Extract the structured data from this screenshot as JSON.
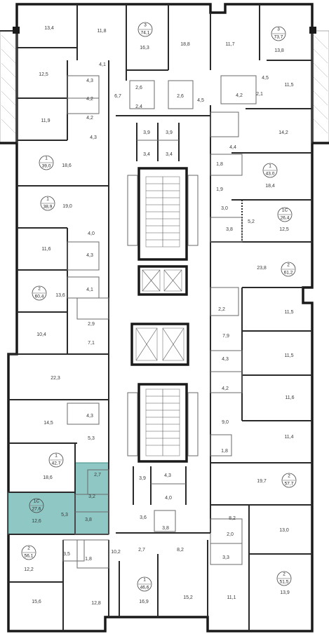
{
  "apartments": [
    {
      "id": "apt-top-left-3",
      "rooms": "3",
      "total": "74,1"
    },
    {
      "id": "apt-top-right-3",
      "rooms": "3",
      "total": "73,7"
    },
    {
      "id": "apt-left-1a",
      "rooms": "1",
      "total": "39,0"
    },
    {
      "id": "apt-right-1a",
      "rooms": "1",
      "total": "43,0"
    },
    {
      "id": "apt-left-1b",
      "rooms": "1",
      "total": "38,9"
    },
    {
      "id": "apt-right-1c",
      "rooms": "1С",
      "total": "26,4"
    },
    {
      "id": "apt-left-2a",
      "rooms": "2",
      "total": "60,4"
    },
    {
      "id": "apt-right-2a",
      "rooms": "2",
      "total": "61,2"
    },
    {
      "id": "apt-left-1c",
      "rooms": "1",
      "total": "42,7"
    },
    {
      "id": "apt-right-2b",
      "rooms": "2",
      "total": "57,7"
    },
    {
      "id": "apt-selected",
      "rooms": "1С",
      "total": "27,6"
    },
    {
      "id": "apt-left-2b",
      "rooms": "2",
      "total": "56,1"
    },
    {
      "id": "apt-right-2c",
      "rooms": "2",
      "total": "51,5"
    },
    {
      "id": "apt-bottom-1",
      "rooms": "1",
      "total": "46,6"
    }
  ],
  "areas": [
    "13,4",
    "11,8",
    "16,3",
    "18,8",
    "11,7",
    "13,8",
    "4,1",
    "12,5",
    "4,3",
    "2,6",
    "2,6",
    "4,5",
    "4,2",
    "2,1",
    "11,5",
    "6,7",
    "2,4",
    "4,5",
    "4,2",
    "11,9",
    "4,2",
    "14,2",
    "3,9",
    "3,9",
    "4,3",
    "4,4",
    "3,4",
    "3,4",
    "18,6",
    "1,8",
    "18,4",
    "1,9",
    "19,0",
    "3,0",
    "5,2",
    "3,8",
    "12,5",
    "4,0",
    "11,6",
    "4,3",
    "23,8",
    "13,6",
    "4,1",
    "2,2",
    "11,5",
    "2,9",
    "10,4",
    "7,1",
    "7,9",
    "11,5",
    "4,3",
    "22,3",
    "4,2",
    "11,6",
    "14,5",
    "4,3",
    "9,0",
    "5,3",
    "11,4",
    "1,8",
    "18,6",
    "2,7",
    "3,9",
    "4,3",
    "19,7",
    "4,0",
    "3,2",
    "5,3",
    "12,6",
    "3,8",
    "3,6",
    "3,8",
    "8,2",
    "2,0",
    "13,0",
    "12,2",
    "3,5",
    "1,8",
    "10,2",
    "2,7",
    "8,2",
    "3,3",
    "15,6",
    "12,8",
    "16,9",
    "15,2",
    "11,1",
    "13,9"
  ]
}
